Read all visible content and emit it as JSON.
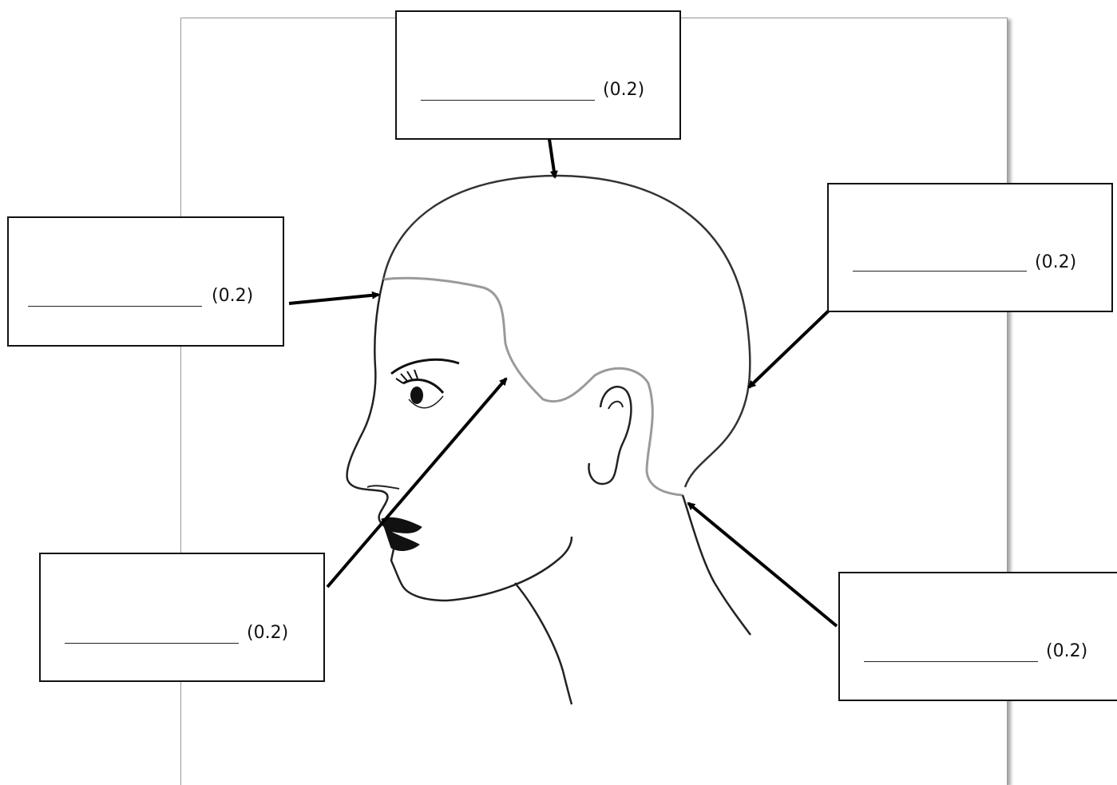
{
  "worksheet": {
    "labels": [
      {
        "id": "top",
        "blank": "",
        "points": "(0.2)"
      },
      {
        "id": "left",
        "blank": "",
        "points": "(0.2)"
      },
      {
        "id": "right",
        "blank": "",
        "points": "(0.2)"
      },
      {
        "id": "bottom-left",
        "blank": "",
        "points": "(0.2)"
      },
      {
        "id": "bottom-right",
        "blank": "",
        "points": "(0.2)"
      }
    ]
  },
  "colors": {
    "outline": "#222222",
    "hairline": "#9a9a9a",
    "arrow": "#000000"
  }
}
